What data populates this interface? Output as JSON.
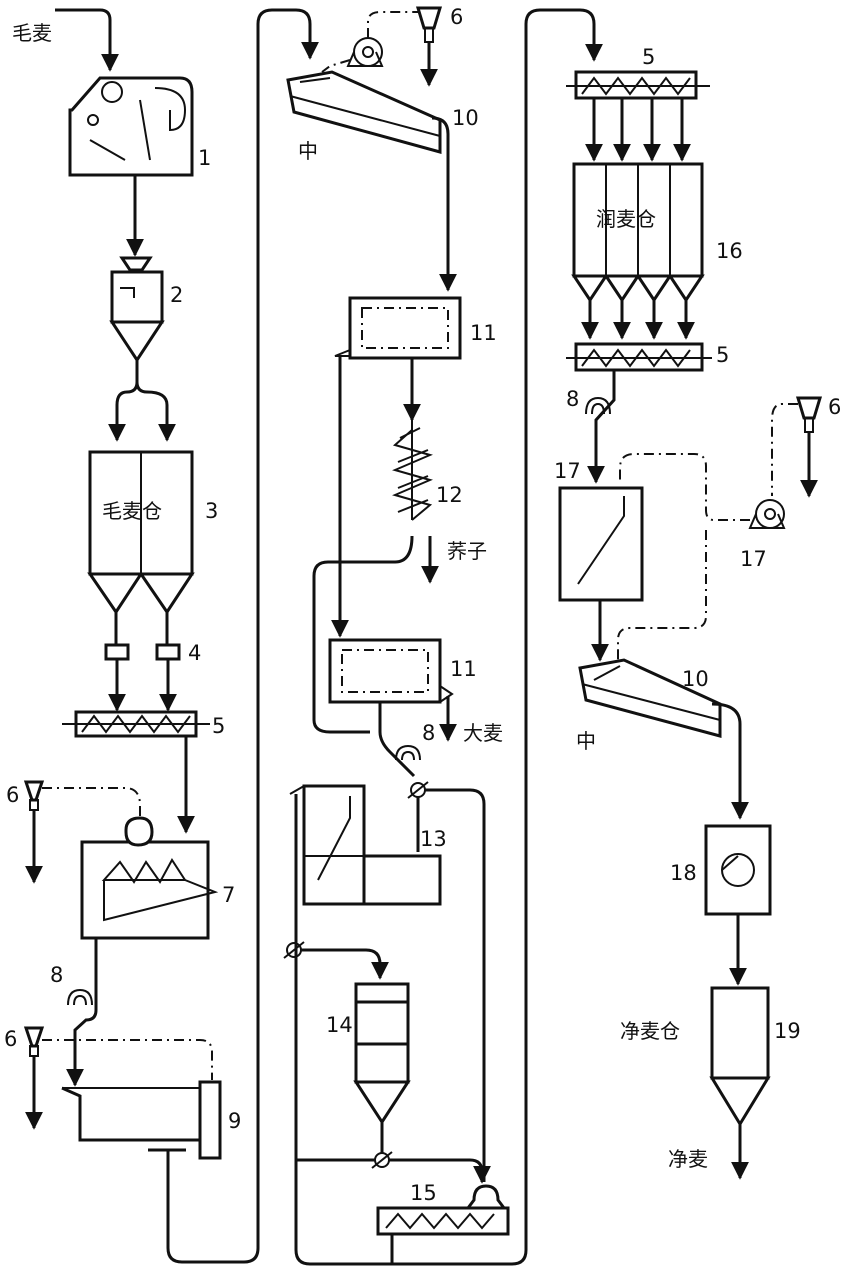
{
  "labels": {
    "raw_wheat_input": "毛麦",
    "raw_wheat_bin": "毛麦仓",
    "tempering_bin": "润麦仓",
    "clean_wheat_bin": "净麦仓",
    "clean_wheat_output": "净麦",
    "buckwheat_out": "荞子",
    "barley_out": "大麦"
  },
  "numbers": {
    "n1": "1",
    "n2": "2",
    "n3": "3",
    "n4": "4",
    "n5a": "5",
    "n5b": "5",
    "n5c": "5",
    "n6a": "6",
    "n6b": "6",
    "n6c": "6",
    "n6d": "6",
    "n7": "7",
    "n8a": "8",
    "n8b": "8",
    "n8c": "8",
    "n9": "9",
    "n10a": "10",
    "n10b": "10",
    "n11a": "11",
    "n11b": "11",
    "n12": "12",
    "n13": "13",
    "n14": "14",
    "n15": "15",
    "n16": "16",
    "n17a": "17",
    "n17b": "17",
    "n18": "18",
    "n19": "19"
  },
  "markers": {
    "mid_a": "中",
    "mid_b": "中"
  }
}
